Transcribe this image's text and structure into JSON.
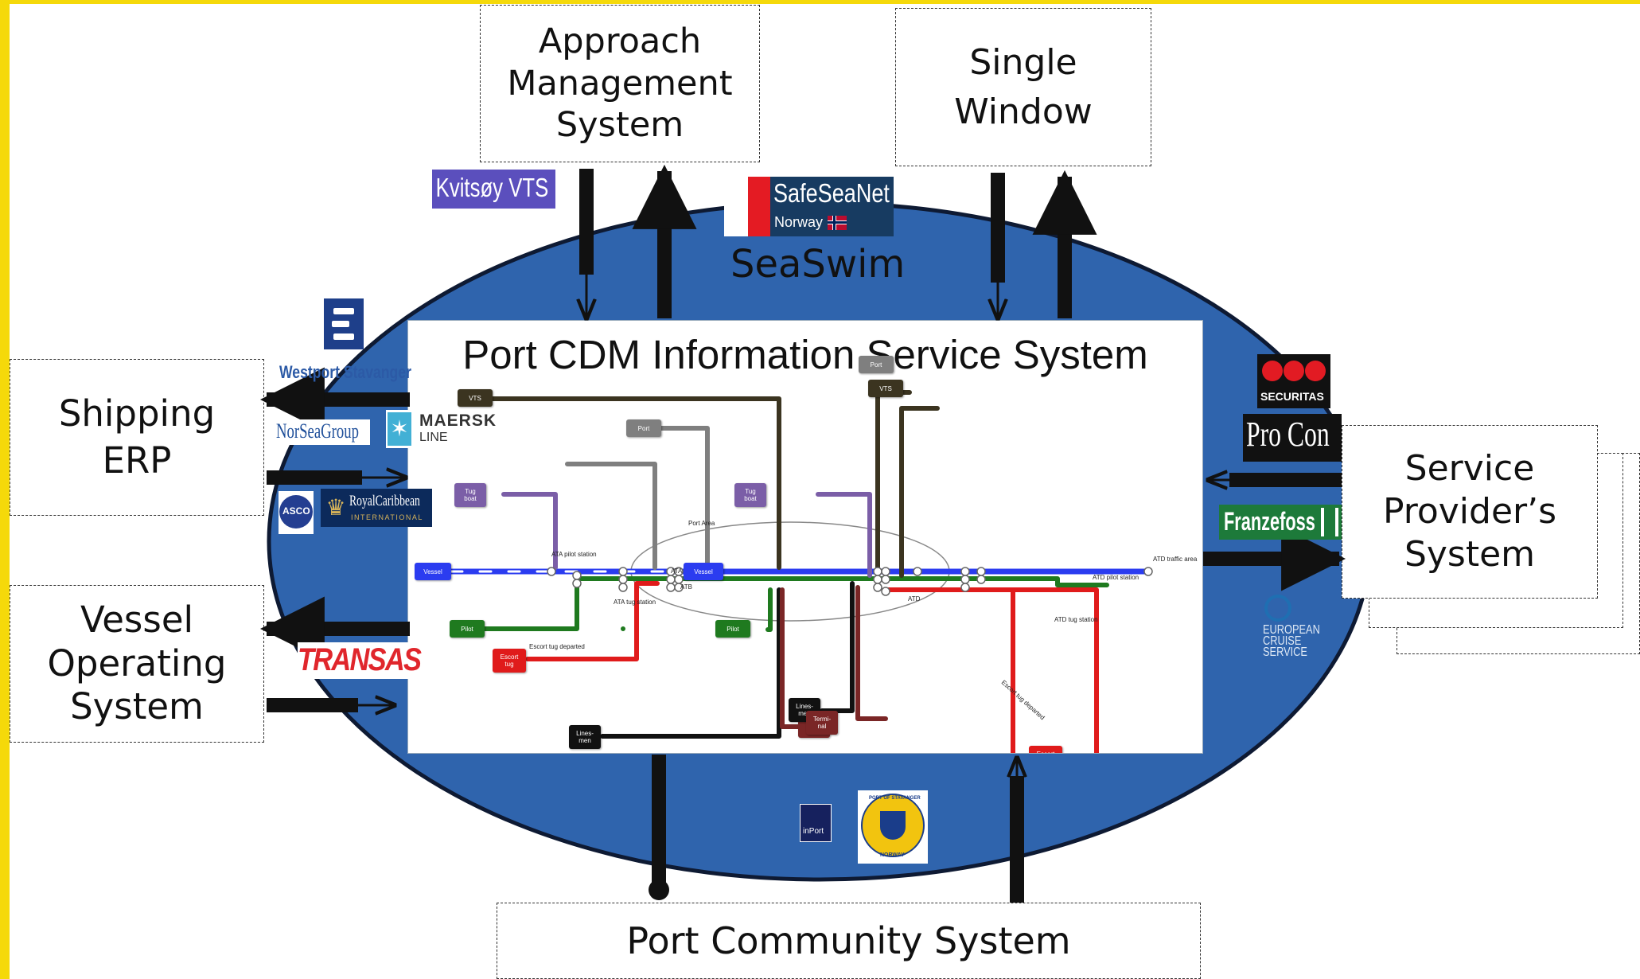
{
  "diagram": {
    "ring_label": "SeaSwim",
    "center_title": "Port CDM Information Service System",
    "boxes": {
      "approach": "Approach\nManagement\nSystem",
      "single_window": "Single\nWindow",
      "shipping_erp": "Shipping\nERP",
      "vessel_operating": "Vessel\nOperating\nSystem",
      "service_provider": "Service\nProvider’s\nSystem",
      "port_community": "Port Community System"
    },
    "logos": {
      "kvitsoy": "Kvitsøy VTS",
      "safeseanet": "SafeSeaNet",
      "safeseanet_sub": "Norway",
      "westport": "Westport Stavanger",
      "norsea": "NorSeaGroup",
      "maersk": "MAERSK",
      "maersk_sub": "LINE",
      "asco": "ASCO",
      "royal": "RoyalCaribbean",
      "royal_sub": "INTERNATIONAL",
      "transas": "TRANSAS",
      "securitas": "SECURITAS",
      "procon": "Pro Con",
      "franzefoss": "Franzefoss",
      "european": "EUROPEAN\nCRUISE\nSERVICE",
      "inport": "inPort",
      "stavanger": "PORT OF STAVANGER",
      "stavanger_sub": "NORWAY"
    },
    "map": {
      "nodes": {
        "vts_left": "VTS",
        "port_left": "Port",
        "tug_left": "Tug\nboat",
        "vessel_left": "Vessel",
        "pilot_left": "Pilot",
        "escort_left": "Escort\ntug",
        "lines_left": "Lines-\nmen",
        "terminal_left": "Termi-\nnal",
        "vessel_mid": "Vessel",
        "tug_mid": "Tug\nboat",
        "pilot_mid": "Pilot",
        "port_right": "Port",
        "vts_right": "VTS",
        "lines_right": "Lines-\nmen",
        "terminal_right": "Termi-\nnal",
        "escort_right": "Escort\ntug"
      },
      "labels": {
        "ata_pilot": "ATA pilot\nstation",
        "ata_tug": "ATA tug\nstation",
        "ata": "ATA",
        "atb": "ATB",
        "port_area": "Port Area",
        "atd": "ATD",
        "atd_pilot": "ATD pilot\nstation",
        "atd_tug": "ATD tug\nstation",
        "atd_traffic": "ATD\ntraffic\narea",
        "escort_departed": "Escort tug departed",
        "escort_departed_2": "Escort tug departed"
      }
    },
    "colors": {
      "ellipse": "#2f64ad",
      "border": "#f5d90a",
      "blue_line": "#2b3cf0",
      "green_line": "#1f7a1f",
      "red_line": "#e01b1b",
      "dark_line": "#3b3420",
      "grey_line": "#7f7f7f",
      "black_line": "#111111",
      "maroon_line": "#7a2626",
      "purple": "#7b5ea7"
    }
  }
}
